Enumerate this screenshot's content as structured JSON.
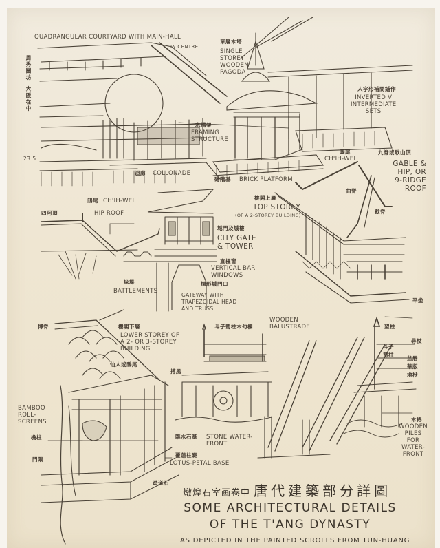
{
  "title": {
    "chinese_small": "燉煌石室画卷中",
    "chinese_large": "唐代建築部分詳圖",
    "line1": "Some Architectural Details",
    "line2": "of the T'ang Dynasty",
    "line3": "As depicted in the painted scrolls from Tun-Huang"
  },
  "side_note": {
    "chinese_vertical_1": "周秀圖坊",
    "chinese_vertical_2": "大阪在中",
    "mark": "23.5"
  },
  "labels": {
    "courtyard": "Quadrangular Courtyard with Main-Hall",
    "courtyard_sub": "in Centre",
    "pagoda_zh": "單層木塔",
    "pagoda": "Single\nStorey\nWooden\nPagoda",
    "inverted_v_zh": "人字形補間鋪作",
    "inverted_v": "Inverted V\nIntermediate\nSets",
    "framing_zh": "木構架",
    "framing": "Framing\nStructure",
    "colonnade_zh": "迴廊",
    "colonnade": "Collonade",
    "brick_zh": "磚階基",
    "brick": "Brick Platform",
    "chihwei_right_zh": "鴟尾",
    "chihwei_right": "Ch'ih-wei",
    "gable_zh": "九脊或歇山頂",
    "gable": "Gable &\nHip, or\n9-Ridge\nRoof",
    "qu_zh": "曲脊",
    "rafter_zh": "戧脊",
    "chihwei_left_zh": "鴟尾",
    "chihwei_left": "Ch'ih-wei",
    "hip_zh": "四阿頂",
    "hip": "Hip Roof",
    "top_storey_zh": "樓閣上層",
    "top_storey": "Top Storey",
    "top_storey_sub": "(of a 2-storey building)",
    "city_gate_zh": "城門及城樓",
    "city_gate": "City Gate\n& Tower",
    "windows_zh": "直欞窗",
    "windows": "Vertical Bar\nWindows",
    "gateway_zh": "梯形城門口",
    "gateway": "Gateway with\nTrapezoidal Head\nand Truss",
    "battlements_zh": "垛堞",
    "battlements": "Battlements",
    "platform_zh": "平坐",
    "lower_storey_zh": "樓閣下層",
    "lower_storey": "Lower Storey of\na 2- or 3-Storey\nBuilding",
    "roof_zh": "博脊",
    "immortal_zh": "仙人或鴟尾",
    "beam_zh": "搏風",
    "balustrade_zh": "斗子蜀柱木勾欄",
    "balustrade": "Wooden\nBalustrade",
    "stone_zh": "臨水石基",
    "stone": "Stone Water-\nFront",
    "bamboo": "Bamboo\nRoll-\nScreens",
    "pillar_zh": "檐柱",
    "threshold_zh": "門限",
    "lotus_zh": "覆蓮柱礎",
    "lotus": "Lotus-Petal Base",
    "step_zh": "踏道石",
    "post_zh": "望柱",
    "rail_zh": "尋杖",
    "panel_zh": "斗子",
    "shu_zh": "蜀柱",
    "board_zh": "盆唇",
    "lattice_zh": "華版",
    "base_rail_zh": "地栿",
    "piles_zh": "木樁",
    "piles": "Wooden\nPiles\nfor\nWater-\nFront"
  },
  "colors": {
    "paper": "#efe6d2",
    "ink": "#4a4237",
    "border": "#f7f4ee"
  }
}
